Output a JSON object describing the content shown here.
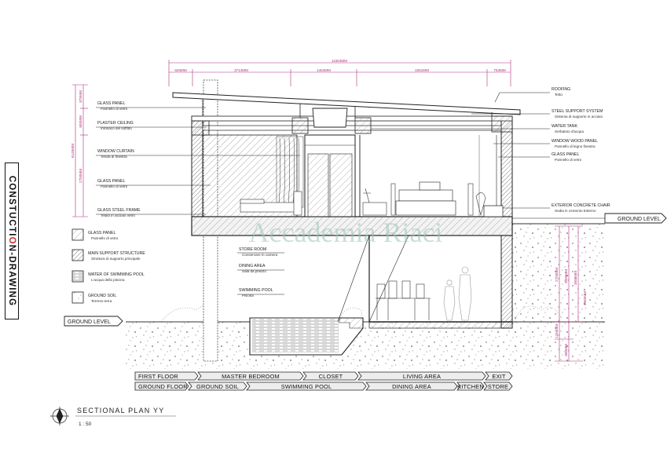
{
  "sheet_title": {
    "prefix": "CONSTUCTI",
    "accent": "O",
    "suffix": "N-DRAWING",
    "accent_color": "#d03030"
  },
  "watermark": "Accademia Riaci",
  "drawing": {
    "title": "SECTIONAL PLAN  YY",
    "scale": "1 : 50"
  },
  "top_dimensions": {
    "overall": "11553MM",
    "segments": [
      "626MM",
      "3714MM",
      "1464MM",
      "4281MM",
      "753MM"
    ]
  },
  "left_dimensions": [
    "875MM",
    "600MM",
    "6145MM",
    "2700MM"
  ],
  "right_dimensions": [
    "2700MM",
    "3000MM",
    "3500MM",
    "4560MM",
    "1250MM",
    "850MM"
  ],
  "callouts_left": [
    {
      "title": "GLASS PANEL",
      "sub": "Pannello di vetro"
    },
    {
      "title": "PLASTER CEILING",
      "sub": "Intonaco del soffitto"
    },
    {
      "title": "WINDOW CURTAIN",
      "sub": "Tenda di finestra"
    },
    {
      "title": "GLASS PANEL",
      "sub": "Pannello di vetro"
    },
    {
      "title": "GLASS STEEL FRAME",
      "sub": "Telaio in acciaio vetro"
    }
  ],
  "callouts_right": [
    {
      "title": "ROOFING",
      "sub": "Tetto"
    },
    {
      "title": "STEEL SUPPORT SYSTEM",
      "sub": "Sistema di supporto in acciaio"
    },
    {
      "title": "WATER TANK",
      "sub": "Serbatoio d'acqua"
    },
    {
      "title": "WINDOW WOOD PANEL",
      "sub": "Pannello di legno finestra"
    },
    {
      "title": "GLASS PANEL",
      "sub": "Pannello di vetro"
    },
    {
      "title": "EXTERIOR CONCRETE CHAIR",
      "sub": "Sedia in cemento Esterno"
    }
  ],
  "callouts_inner": [
    {
      "title": "STORE ROOM",
      "sub": "Conservare in camera"
    },
    {
      "title": "DINING AREA",
      "sub": "Sala da pranzo"
    },
    {
      "title": "SWIMMING POOL",
      "sub": "Piscina"
    }
  ],
  "legend": [
    {
      "title": "GLASS PANEL",
      "sub": "Pannello di vetro",
      "pattern": "glass"
    },
    {
      "title": "MAIN SUPPORT STRUCTURE",
      "sub": "Struttura di supporto principale",
      "pattern": "structure"
    },
    {
      "title": "WATER OF SWIMMING POOL",
      "sub": "L'acqua della piscina",
      "pattern": "water"
    },
    {
      "title": "GROUND SOIL",
      "sub": "Terreno terra",
      "pattern": "soil"
    }
  ],
  "ground_level_right": "GROUND LEVEL",
  "ground_level_left": "GROUND LEVEL",
  "first_floor_band": [
    "FIRST FLOOR",
    "MASTER BEDROOM",
    "CLOSET",
    "LIVING AREA",
    "EXIT"
  ],
  "ground_floor_band": [
    "GROUND FLOOR",
    "GROUND SOIL",
    "SWIMMING POOL",
    "DINING AREA",
    "KITCHEN",
    "STORE"
  ],
  "colors": {
    "ink": "#222222",
    "dimension": "#b0307a",
    "watermark": "#9cc4b4",
    "band_fill": "#ededed"
  }
}
